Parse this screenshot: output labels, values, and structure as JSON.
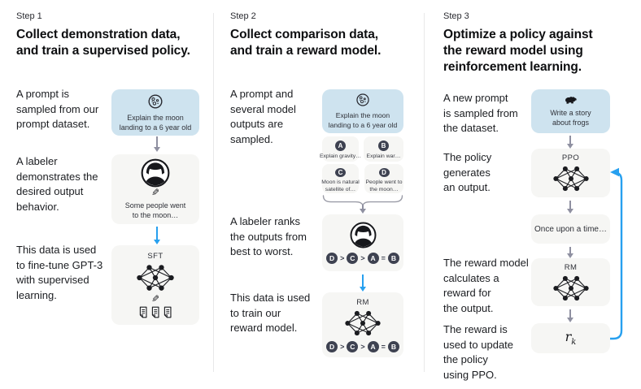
{
  "colors": {
    "prompt_box": "#cee3ef",
    "gray_box": "#f6f6f4",
    "dark_circle": "#3e4251",
    "blue_arrow": "#27a0ef",
    "gray_arrow": "#8f90a1",
    "divider": "#e8e8e9",
    "text": "#1b1d21"
  },
  "icons": {
    "pencil": "✎"
  },
  "step1": {
    "label": "Step 1",
    "title": [
      "Collect demonstration data,",
      "and train a supervised policy."
    ],
    "t1": [
      "A prompt is",
      "sampled from our",
      "prompt dataset."
    ],
    "t2": [
      "A labeler",
      "demonstrates the",
      "desired output",
      "behavior."
    ],
    "t3": [
      "This data is used",
      "to fine-tune GPT-3",
      "with supervised",
      "learning."
    ],
    "prompt_box": [
      "Explain the moon",
      "landing to a 6 year old"
    ],
    "labeler_box": [
      "Some people went",
      "to the moon…"
    ],
    "sft_label": "SFT"
  },
  "step2": {
    "label": "Step 2",
    "title": [
      "Collect comparison data,",
      "and train a reward model."
    ],
    "t1": [
      "A prompt and",
      "several model",
      "outputs are",
      "sampled."
    ],
    "t2": [
      "A labeler ranks",
      "the outputs from",
      "best to worst."
    ],
    "t3": [
      "This data is used",
      "to train our",
      "reward model."
    ],
    "prompt_box": [
      "Explain the moon",
      "landing to a 6 year old"
    ],
    "outputs": [
      {
        "letter": "A",
        "lines": [
          "Explain gravity…"
        ]
      },
      {
        "letter": "B",
        "lines": [
          "Explain war…"
        ]
      },
      {
        "letter": "C",
        "lines": [
          "Moon is natural",
          "satellite of…"
        ]
      },
      {
        "letter": "D",
        "lines": [
          "People went to",
          "the moon…"
        ]
      }
    ],
    "rank": [
      "D",
      ">",
      "C",
      ">",
      "A",
      "=",
      "B"
    ],
    "rm_label": "RM"
  },
  "step3": {
    "label": "Step 3",
    "title": [
      "Optimize a policy against",
      "the reward model using",
      "reinforcement learning."
    ],
    "t1": [
      "A new prompt",
      "is sampled from",
      "the dataset."
    ],
    "t2": [
      "The policy",
      "generates",
      "an output."
    ],
    "t3": [
      "The reward model",
      "calculates a",
      "reward for",
      "the output."
    ],
    "t4": [
      "The reward is",
      "used to update",
      "the policy",
      "using PPO."
    ],
    "prompt_box": [
      "Write a story",
      "about frogs"
    ],
    "ppo_label": "PPO",
    "output_box": "Once upon a time…",
    "rm_label": "RM",
    "reward": {
      "base": "r",
      "sub": "k"
    }
  }
}
